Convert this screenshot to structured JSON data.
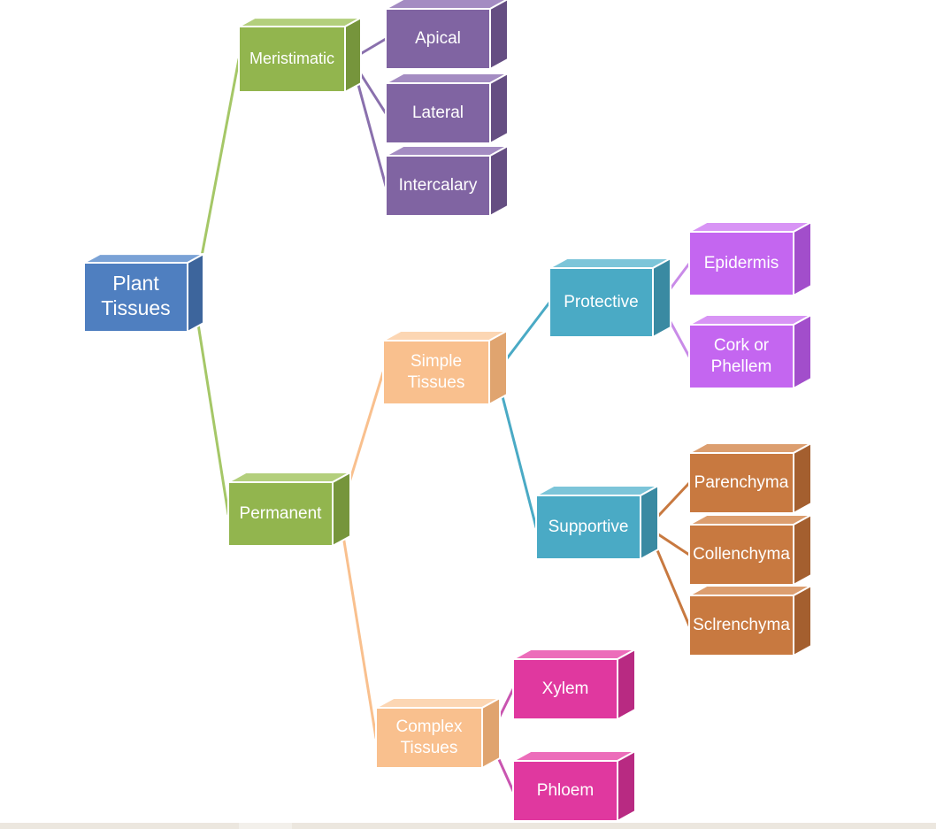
{
  "diagram": {
    "nodes": {
      "root": {
        "lines": [
          "Plant",
          "Tissues"
        ],
        "color": "#4f7fc0",
        "side": "#3d659c",
        "top": "#7aa2d6"
      },
      "meristimatic": {
        "lines": [
          "Meristimatic"
        ],
        "color": "#92b54e",
        "side": "#76953c",
        "top": "#b3cf7c"
      },
      "apical": {
        "lines": [
          "Apical"
        ],
        "color": "#8064a2",
        "side": "#654e82",
        "top": "#a48cc2"
      },
      "lateral": {
        "lines": [
          "Lateral"
        ],
        "color": "#8064a2",
        "side": "#654e82",
        "top": "#a48cc2"
      },
      "intercalary": {
        "lines": [
          "Intercalary"
        ],
        "color": "#8064a2",
        "side": "#654e82",
        "top": "#a48cc2"
      },
      "permanent": {
        "lines": [
          "Permanent"
        ],
        "color": "#92b54e",
        "side": "#76953c",
        "top": "#b3cf7c"
      },
      "simple": {
        "lines": [
          "Simple",
          "Tissues"
        ],
        "color": "#f9c08e",
        "side": "#e0a46f",
        "top": "#fcd6b3"
      },
      "complex": {
        "lines": [
          "Complex",
          "Tissues"
        ],
        "color": "#f9c08e",
        "side": "#e0a46f",
        "top": "#fcd6b3"
      },
      "protective": {
        "lines": [
          "Protective"
        ],
        "color": "#4aaac5",
        "side": "#3a8aa2",
        "top": "#7cc5d9"
      },
      "supportive": {
        "lines": [
          "Supportive"
        ],
        "color": "#4aaac5",
        "side": "#3a8aa2",
        "top": "#7cc5d9"
      },
      "epidermis": {
        "lines": [
          "Epidermis"
        ],
        "color": "#c466f0",
        "side": "#a24ecb",
        "top": "#d894f5"
      },
      "cork": {
        "lines": [
          "Cork or",
          "Phellem"
        ],
        "color": "#c466f0",
        "side": "#a24ecb",
        "top": "#d894f5"
      },
      "parenchyma": {
        "lines": [
          "Parenchyma"
        ],
        "color": "#c87940",
        "side": "#a45f2f",
        "top": "#dc9e6f"
      },
      "collenchyma": {
        "lines": [
          "Collenchyma"
        ],
        "color": "#c87940",
        "side": "#a45f2f",
        "top": "#dc9e6f"
      },
      "sclrenchyma": {
        "lines": [
          "Sclrenchyma"
        ],
        "color": "#c87940",
        "side": "#a45f2f",
        "top": "#dc9e6f"
      },
      "xylem": {
        "lines": [
          "Xylem"
        ],
        "color": "#e0389f",
        "side": "#b82a82",
        "top": "#ec6dba"
      },
      "phloem": {
        "lines": [
          "Phloem"
        ],
        "color": "#e0389f",
        "side": "#b82a82",
        "top": "#ec6dba"
      }
    },
    "edges": [
      {
        "from": "root",
        "to": "meristimatic",
        "color": "#a5c767"
      },
      {
        "from": "root",
        "to": "permanent",
        "color": "#a5c767"
      },
      {
        "from": "meristimatic",
        "to": "apical",
        "color": "#8a70ad"
      },
      {
        "from": "meristimatic",
        "to": "lateral",
        "color": "#8a70ad"
      },
      {
        "from": "meristimatic",
        "to": "intercalary",
        "color": "#8a70ad"
      },
      {
        "from": "permanent",
        "to": "simple",
        "color": "#f9c08e"
      },
      {
        "from": "permanent",
        "to": "complex",
        "color": "#f9c08e"
      },
      {
        "from": "simple",
        "to": "protective",
        "color": "#4aaac5"
      },
      {
        "from": "simple",
        "to": "supportive",
        "color": "#4aaac5"
      },
      {
        "from": "protective",
        "to": "epidermis",
        "color": "#c98be8"
      },
      {
        "from": "protective",
        "to": "cork",
        "color": "#c98be8"
      },
      {
        "from": "supportive",
        "to": "parenchyma",
        "color": "#c87940"
      },
      {
        "from": "supportive",
        "to": "collenchyma",
        "color": "#c87940"
      },
      {
        "from": "supportive",
        "to": "sclrenchyma",
        "color": "#c87940"
      },
      {
        "from": "complex",
        "to": "xylem",
        "color": "#c955b0"
      },
      {
        "from": "complex",
        "to": "phloem",
        "color": "#c955b0"
      }
    ]
  }
}
